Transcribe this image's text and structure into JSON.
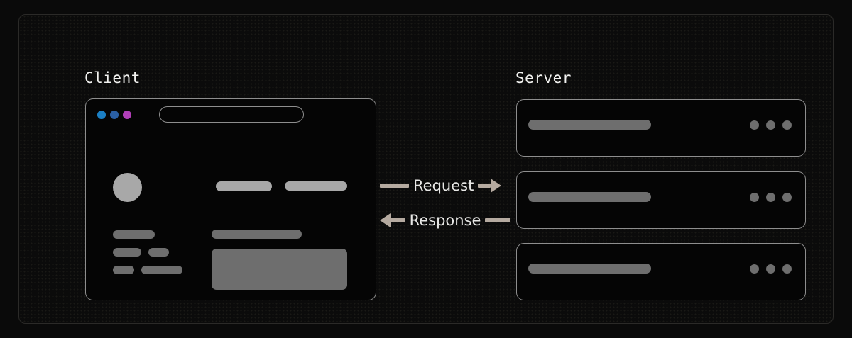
{
  "diagram": {
    "title_client": "Client",
    "title_server": "Server",
    "background_color": "#0a0a0a",
    "panel_color": "#0b0b0b",
    "frame_border_color": "#2b2a28",
    "outline_color": "#8e8e8e",
    "skeleton_light_color": "#a8a8a8",
    "skeleton_mid_color": "#6e6e6e",
    "arrow_color": "#b5aaa0",
    "label_text_color": "#e8e8e6"
  },
  "client": {
    "heading": "Client",
    "window": {
      "traffic_lights": [
        {
          "name": "window-dot-blue",
          "color": "#1b7fc4"
        },
        {
          "name": "window-dot-indigo",
          "color": "#2a5fa4"
        },
        {
          "name": "window-dot-magenta",
          "color": "#b13fb8"
        }
      ],
      "url_bar": {
        "value": "",
        "placeholder": ""
      },
      "skeleton": {
        "avatar": "avatar-placeholder",
        "header_lines": [
          "header-line-1",
          "header-line-2"
        ],
        "left_lines": [
          "left-line-1",
          "left-line-2",
          "left-line-3",
          "left-line-4",
          "left-line-5"
        ],
        "right_line": "right-line-1",
        "media_block": "media-placeholder"
      }
    }
  },
  "flows": [
    {
      "id": "request",
      "label": "Request",
      "direction": "right",
      "from": "client",
      "to": "server"
    },
    {
      "id": "response",
      "label": "Response",
      "direction": "left",
      "from": "server",
      "to": "client"
    }
  ],
  "server": {
    "heading": "Server",
    "nodes": [
      {
        "id": "server-node-1",
        "bar": "server-bar",
        "dots": 3
      },
      {
        "id": "server-node-2",
        "bar": "server-bar",
        "dots": 3
      },
      {
        "id": "server-node-3",
        "bar": "server-bar",
        "dots": 3
      }
    ]
  }
}
